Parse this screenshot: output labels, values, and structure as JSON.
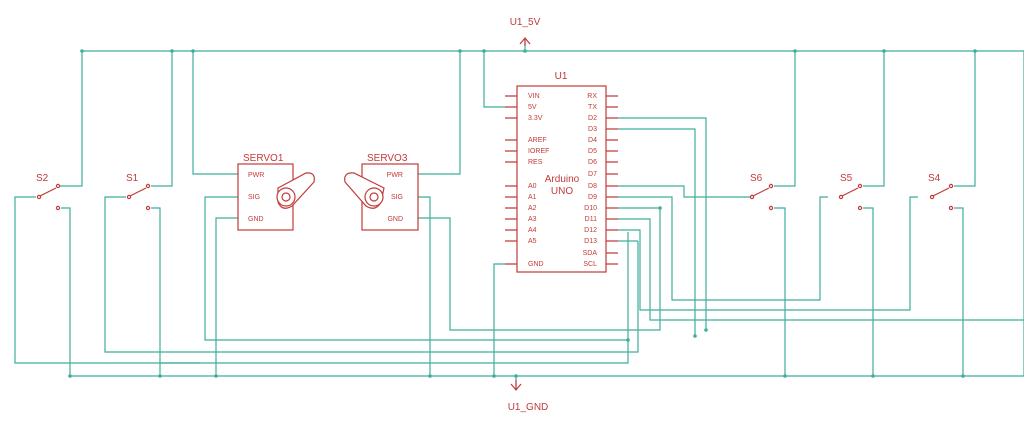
{
  "power": {
    "vcc_label": "U1_5V",
    "gnd_label": "U1_GND"
  },
  "arduino": {
    "ref": "U1",
    "name_line1": "Arduino",
    "name_line2": "UNO",
    "left_pins": [
      "VIN",
      "5V",
      "3.3V",
      "AREF",
      "IOREF",
      "RES",
      "A0",
      "A1",
      "A2",
      "A3",
      "A4",
      "A5",
      "GND"
    ],
    "right_pins": [
      "RX",
      "TX",
      "D2",
      "D3",
      "D4",
      "D5",
      "D6",
      "D7",
      "D8",
      "D9",
      "D10",
      "D11",
      "D12",
      "D13",
      "SDA",
      "SCL"
    ]
  },
  "servo1": {
    "ref": "SERVO1",
    "pins": [
      "PWR",
      "SIG",
      "GND"
    ]
  },
  "servo3": {
    "ref": "SERVO3",
    "pins": [
      "PWR",
      "SIG",
      "GND"
    ]
  },
  "switches": {
    "s1": "S1",
    "s2": "S2",
    "s4": "S4",
    "s5": "S5",
    "s6": "S6"
  },
  "colors": {
    "wire": "#3fae9b",
    "part": "#c23a3a",
    "background": "#ffffff"
  }
}
